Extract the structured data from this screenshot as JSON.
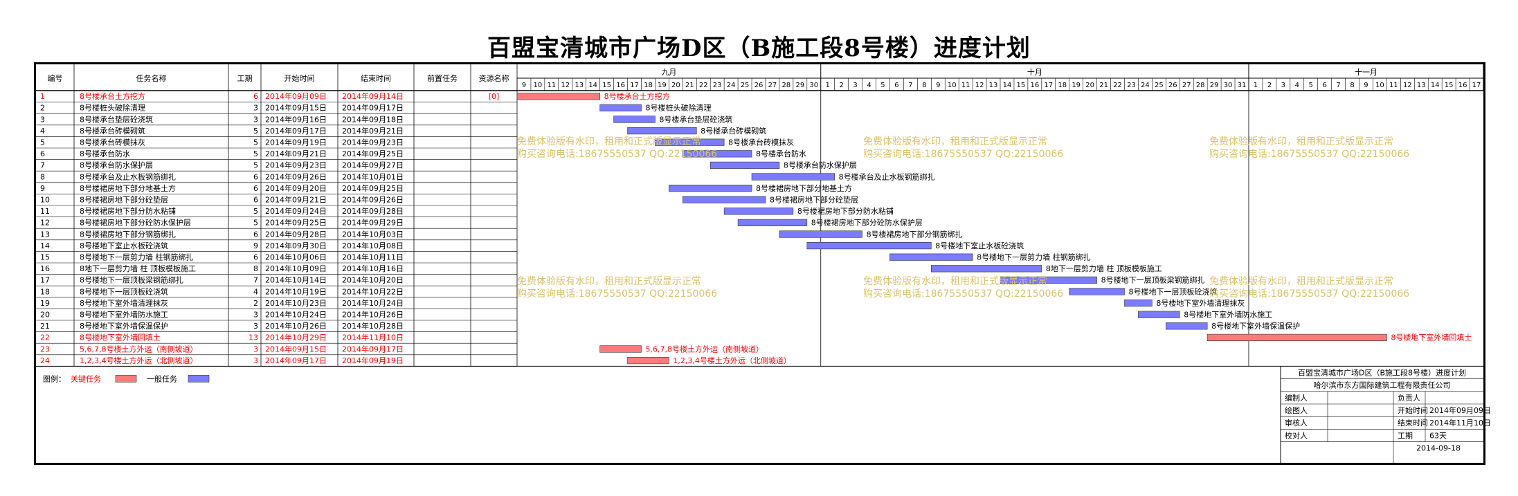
{
  "title": "百盟宝清城市广场D区（B施工段8号楼）进度计划",
  "colors": {
    "critical": "#ff7b7b",
    "normal": "#7b7bff",
    "critical_text": "#ff0000",
    "watermark": "#d8c36a",
    "grid": "#000000"
  },
  "columns": [
    "编号",
    "任务名称",
    "工期",
    "开始时间",
    "结束时间",
    "前置任务",
    "资源名称"
  ],
  "months": [
    {
      "label": "九月",
      "days": [
        "9",
        "10",
        "11",
        "12",
        "13",
        "14",
        "15",
        "16",
        "17",
        "18",
        "19",
        "20",
        "21",
        "22",
        "23",
        "24",
        "25",
        "26",
        "27",
        "28",
        "29",
        "30"
      ]
    },
    {
      "label": "十月",
      "days": [
        "1",
        "2",
        "3",
        "4",
        "5",
        "6",
        "7",
        "8",
        "9",
        "10",
        "11",
        "12",
        "13",
        "14",
        "15",
        "16",
        "17",
        "18",
        "19",
        "20",
        "21",
        "22",
        "23",
        "24",
        "25",
        "26",
        "27",
        "28",
        "29",
        "30",
        "31"
      ]
    },
    {
      "label": "十一月",
      "days": [
        "1",
        "2",
        "3",
        "4",
        "5",
        "6",
        "7",
        "8",
        "9",
        "10",
        "11",
        "12",
        "13",
        "14",
        "15",
        "16",
        "17"
      ]
    }
  ],
  "chart_data": {
    "type": "gantt",
    "x_start": "2014-09-09",
    "x_end": "2014-11-17",
    "tasks": [
      {
        "id": "1",
        "name": "8号楼承台土方挖方",
        "duration": "6",
        "start": "2014年09月09日",
        "end": "2014年09月14日",
        "pred": "",
        "resource": "[0]",
        "critical": true,
        "bar_label": "8号楼承台土方挖方",
        "bar_start": "2014-09-09",
        "bar_end": "2014-09-14"
      },
      {
        "id": "2",
        "name": "8号楼桩头破除清理",
        "duration": "3",
        "start": "2014年09月15日",
        "end": "2014年09月17日",
        "pred": "",
        "resource": "",
        "critical": false,
        "bar_label": "8号楼桩头破除清理",
        "bar_start": "2014-09-15",
        "bar_end": "2014-09-17"
      },
      {
        "id": "3",
        "name": "8号楼承台垫层砼浇筑",
        "duration": "3",
        "start": "2014年09月16日",
        "end": "2014年09月18日",
        "pred": "",
        "resource": "",
        "critical": false,
        "bar_label": "8号楼承台垫层砼浇筑",
        "bar_start": "2014-09-16",
        "bar_end": "2014-09-18"
      },
      {
        "id": "4",
        "name": "8号楼承台砖模砌筑",
        "duration": "5",
        "start": "2014年09月17日",
        "end": "2014年09月21日",
        "pred": "",
        "resource": "",
        "critical": false,
        "bar_label": "8号楼承台砖模砌筑",
        "bar_start": "2014-09-17",
        "bar_end": "2014-09-21"
      },
      {
        "id": "5",
        "name": "8号楼承台砖模抹灰",
        "duration": "5",
        "start": "2014年09月19日",
        "end": "2014年09月23日",
        "pred": "",
        "resource": "",
        "critical": false,
        "bar_label": "8号楼承台砖模抹灰",
        "bar_start": "2014-09-19",
        "bar_end": "2014-09-23"
      },
      {
        "id": "6",
        "name": "8号楼承台防水",
        "duration": "5",
        "start": "2014年09月21日",
        "end": "2014年09月25日",
        "pred": "",
        "resource": "",
        "critical": false,
        "bar_label": "8号楼承台防水",
        "bar_start": "2014-09-21",
        "bar_end": "2014-09-25"
      },
      {
        "id": "7",
        "name": "8号楼承台防水保护层",
        "duration": "5",
        "start": "2014年09月23日",
        "end": "2014年09月27日",
        "pred": "",
        "resource": "",
        "critical": false,
        "bar_label": "8号楼承台防水保护层",
        "bar_start": "2014-09-23",
        "bar_end": "2014-09-27"
      },
      {
        "id": "8",
        "name": "8号楼承台及止水板钢筋绑扎",
        "duration": "6",
        "start": "2014年09月26日",
        "end": "2014年10月01日",
        "pred": "",
        "resource": "",
        "critical": false,
        "bar_label": "8号楼承台及止水板钢筋绑扎",
        "bar_start": "2014-09-26",
        "bar_end": "2014-10-01"
      },
      {
        "id": "9",
        "name": "8号楼裙房地下部分地基土方",
        "duration": "6",
        "start": "2014年09月20日",
        "end": "2014年09月25日",
        "pred": "",
        "resource": "",
        "critical": false,
        "bar_label": "8号楼裙房地下部分地基土方",
        "bar_start": "2014-09-20",
        "bar_end": "2014-09-25"
      },
      {
        "id": "10",
        "name": "8号楼裙房地下部分砼垫层",
        "duration": "6",
        "start": "2014年09月21日",
        "end": "2014年09月26日",
        "pred": "",
        "resource": "",
        "critical": false,
        "bar_label": "8号楼裙房地下部分砼垫层",
        "bar_start": "2014-09-21",
        "bar_end": "2014-09-26"
      },
      {
        "id": "11",
        "name": "8号楼裙房地下部分防水粘铺",
        "duration": "5",
        "start": "2014年09月24日",
        "end": "2014年09月28日",
        "pred": "",
        "resource": "",
        "critical": false,
        "bar_label": "8号楼裙房地下部分防水粘铺",
        "bar_start": "2014-09-24",
        "bar_end": "2014-09-28"
      },
      {
        "id": "12",
        "name": "8号楼裙房地下部分砼防水保护层",
        "duration": "5",
        "start": "2014年09月25日",
        "end": "2014年09月29日",
        "pred": "",
        "resource": "",
        "critical": false,
        "bar_label": "8号楼裙房地下部分砼防水保护层",
        "bar_start": "2014-09-25",
        "bar_end": "2014-09-29"
      },
      {
        "id": "13",
        "name": "8号楼裙房地下部分钢筋绑扎",
        "duration": "6",
        "start": "2014年09月28日",
        "end": "2014年10月03日",
        "pred": "",
        "resource": "",
        "critical": false,
        "bar_label": "8号楼裙房地下部分钢筋绑扎",
        "bar_start": "2014-09-28",
        "bar_end": "2014-10-03"
      },
      {
        "id": "14",
        "name": "8号楼地下室止水板砼浇筑",
        "duration": "9",
        "start": "2014年09月30日",
        "end": "2014年10月08日",
        "pred": "",
        "resource": "",
        "critical": false,
        "bar_label": "8号楼地下室止水板砼浇筑",
        "bar_start": "2014-09-30",
        "bar_end": "2014-10-08"
      },
      {
        "id": "15",
        "name": "8号楼地下一层剪力墙 柱钢筋绑扎",
        "duration": "6",
        "start": "2014年10月06日",
        "end": "2014年10月11日",
        "pred": "",
        "resource": "",
        "critical": false,
        "bar_label": "8号楼地下一层剪力墙 柱钢筋绑扎",
        "bar_start": "2014-10-06",
        "bar_end": "2014-10-11"
      },
      {
        "id": "16",
        "name": "8地下一层剪力墙 柱 顶板模板施工",
        "duration": "8",
        "start": "2014年10月09日",
        "end": "2014年10月16日",
        "pred": "",
        "resource": "",
        "critical": false,
        "bar_label": "8地下一层剪力墙 柱 顶板模板施工",
        "bar_start": "2014-10-09",
        "bar_end": "2014-10-16"
      },
      {
        "id": "17",
        "name": "8号楼地下一层顶板梁钢筋绑扎",
        "duration": "7",
        "start": "2014年10月14日",
        "end": "2014年10月20日",
        "pred": "",
        "resource": "",
        "critical": false,
        "bar_label": "8号楼地下一层顶板梁钢筋绑扎",
        "bar_start": "2014-10-14",
        "bar_end": "2014-10-20"
      },
      {
        "id": "18",
        "name": "8号楼地下一层顶板砼浇筑",
        "duration": "4",
        "start": "2014年10月19日",
        "end": "2014年10月22日",
        "pred": "",
        "resource": "",
        "critical": false,
        "bar_label": "8号楼地下一层顶板砼浇筑",
        "bar_start": "2014-10-19",
        "bar_end": "2014-10-22"
      },
      {
        "id": "19",
        "name": "8号楼地下室外墙清理抹灰",
        "duration": "2",
        "start": "2014年10月23日",
        "end": "2014年10月24日",
        "pred": "",
        "resource": "",
        "critical": false,
        "bar_label": "8号楼地下室外墙清理抹灰",
        "bar_start": "2014-10-23",
        "bar_end": "2014-10-24"
      },
      {
        "id": "20",
        "name": "8号楼地下室外墙防水施工",
        "duration": "3",
        "start": "2014年10月24日",
        "end": "2014年10月26日",
        "pred": "",
        "resource": "",
        "critical": false,
        "bar_label": "8号楼地下室外墙防水施工",
        "bar_start": "2014-10-24",
        "bar_end": "2014-10-26"
      },
      {
        "id": "21",
        "name": "8号楼地下室外墙保温保护",
        "duration": "3",
        "start": "2014年10月26日",
        "end": "2014年10月28日",
        "pred": "",
        "resource": "",
        "critical": false,
        "bar_label": "8号楼地下室外墙保温保护",
        "bar_start": "2014-10-26",
        "bar_end": "2014-10-28"
      },
      {
        "id": "22",
        "name": "8号楼地下室外墙回填土",
        "duration": "13",
        "start": "2014年10月29日",
        "end": "2014年11月10日",
        "pred": "",
        "resource": "",
        "critical": true,
        "bar_label": "8号楼地下室外墙回填土",
        "bar_start": "2014-10-29",
        "bar_end": "2014-11-10"
      },
      {
        "id": "23",
        "name": "5,6,7,8号楼土方外运（南侧坡道）",
        "duration": "3",
        "start": "2014年09月15日",
        "end": "2014年09月17日",
        "pred": "",
        "resource": "",
        "critical": true,
        "bar_label": "5,6,7,8号楼土方外运（南侧坡道）",
        "bar_start": "2014-09-15",
        "bar_end": "2014-09-17"
      },
      {
        "id": "24",
        "name": "1,2,3,4号楼土方外运（北侧坡道）",
        "duration": "3",
        "start": "2014年09月17日",
        "end": "2014年09月19日",
        "pred": "",
        "resource": "",
        "critical": true,
        "bar_label": "1,2,3,4号楼土方外运（北侧坡道）",
        "bar_start": "2014-09-17",
        "bar_end": "2014-09-19"
      }
    ]
  },
  "watermark": {
    "line1": "免费体验版有水印，租用和正式版显示正常",
    "line2": "购买咨询电话:18675550537 QQ:22150066"
  },
  "legend": {
    "label": "图例：",
    "critical": "关键任务",
    "normal": "一般任务"
  },
  "info": {
    "title": "百盟宝清城市广场D区（B施工段8号楼）进度计划",
    "company": "哈尔滨市东方国际建筑工程有限责任公司",
    "rows": [
      [
        "编制人",
        "",
        "负责人",
        ""
      ],
      [
        "绘图人",
        "",
        "开始时间",
        "2014年09月09日"
      ],
      [
        "审核人",
        "",
        "结束时间",
        "2014年11月10日"
      ],
      [
        "校对人",
        "",
        "工期",
        "63天"
      ]
    ],
    "date": "2014-09-18"
  }
}
